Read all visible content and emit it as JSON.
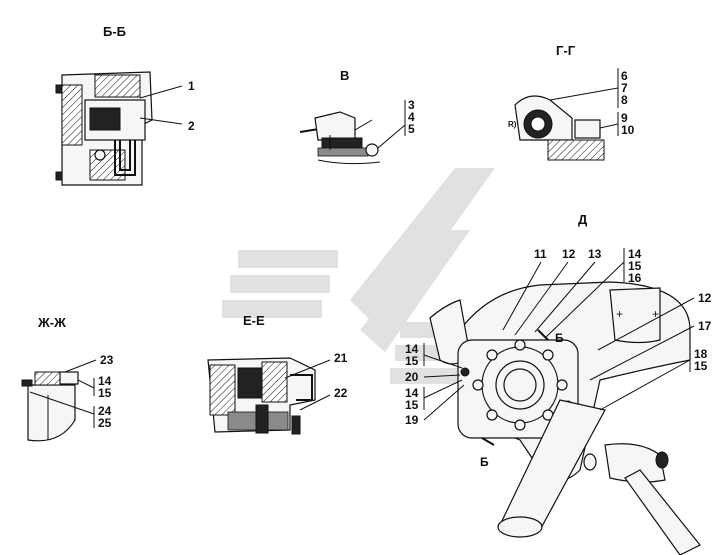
{
  "sections": {
    "bb": "Б-Б",
    "v": "В",
    "gg": "Г-Г",
    "d": "Д",
    "zhzh": "Ж-Ж",
    "ee": "Е-Е"
  },
  "callouts": {
    "bb": [
      "1",
      "2"
    ],
    "v": [
      "3",
      "4",
      "5"
    ],
    "gg": [
      "6",
      "7",
      "8",
      "9",
      "10"
    ],
    "d_top": [
      "11",
      "12",
      "13",
      "14",
      "15",
      "16"
    ],
    "d_right": [
      "12",
      "17",
      "18",
      "15"
    ],
    "d_left": [
      "14",
      "15",
      "20",
      "14",
      "15",
      "19"
    ],
    "ee": [
      "21",
      "22"
    ],
    "zhzh": [
      "23",
      "14",
      "15",
      "24",
      "25"
    ]
  },
  "view_marks": [
    "Б",
    "Б"
  ],
  "colors": {
    "watermark": "#d9d9d9",
    "ink": "#111111"
  }
}
